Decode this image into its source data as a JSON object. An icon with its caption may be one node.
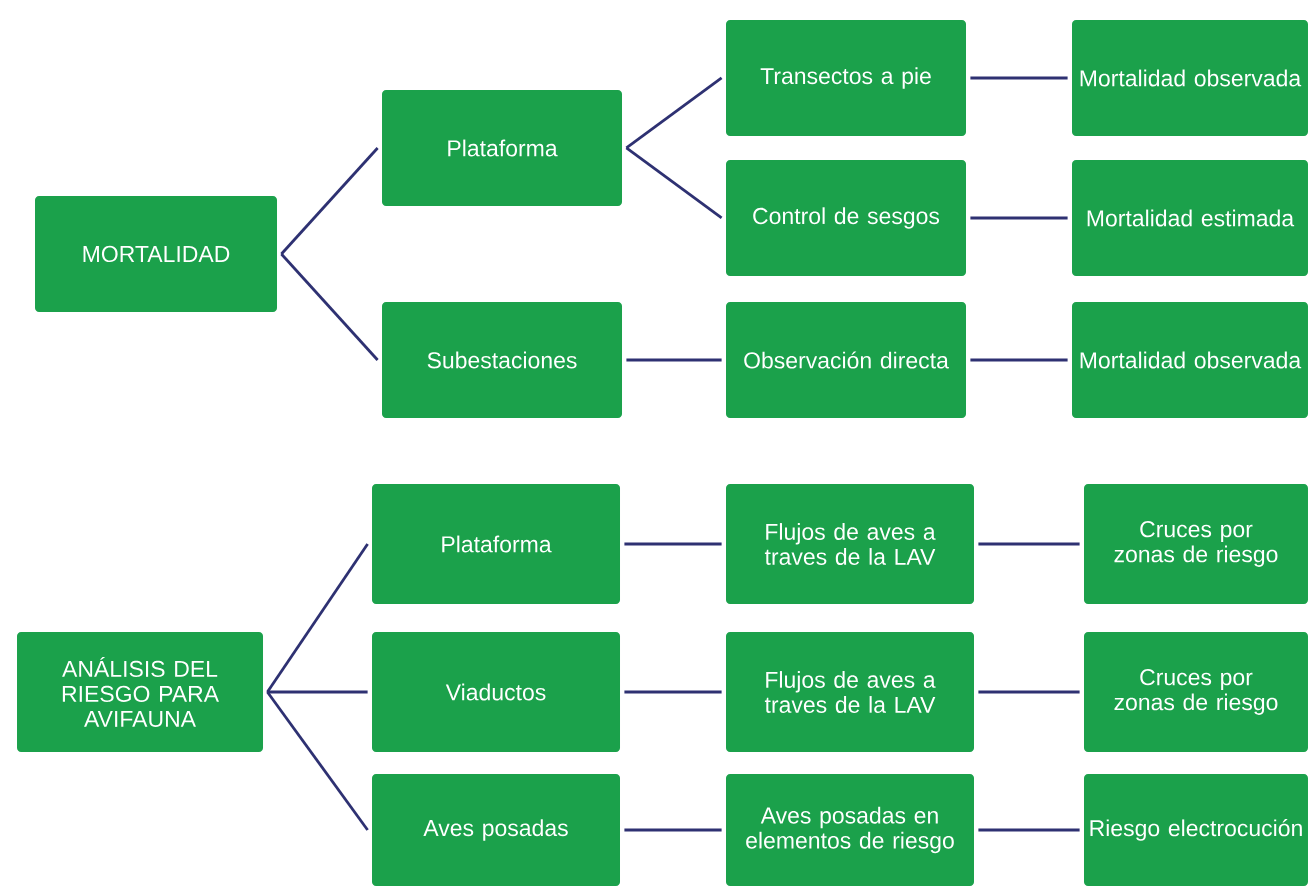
{
  "diagram": {
    "nodes": [
      {
        "text": [
          "MORTALIDAD"
        ]
      },
      {
        "text": [
          "Plataforma"
        ]
      },
      {
        "text": [
          "Subestaciones"
        ]
      },
      {
        "text": [
          "Transectos a pie"
        ]
      },
      {
        "text": [
          "Control de sesgos"
        ]
      },
      {
        "text": [
          "Observación directa"
        ]
      },
      {
        "text": [
          "Mortalidad observada"
        ]
      },
      {
        "text": [
          "Mortalidad estimada"
        ]
      },
      {
        "text": [
          "Mortalidad observada"
        ]
      },
      {
        "text": [
          "ANÁLISIS DEL RIESGO PARA AVIFAUNA"
        ]
      },
      {
        "text": [
          "Plataforma"
        ]
      },
      {
        "text": [
          "Viaductos"
        ]
      },
      {
        "text": [
          "Aves posadas"
        ]
      },
      {
        "text": [
          "Flujos de aves a traves de la LAV"
        ]
      },
      {
        "text": [
          "Flujos de aves a traves de la LAV"
        ]
      },
      {
        "text": [
          "Aves posadas en elementos de riesgo"
        ]
      },
      {
        "text": [
          "Cruces por zonas de riesgo"
        ]
      },
      {
        "text": [
          "Cruces por zonas de riesgo"
        ]
      },
      {
        "text": [
          "Riesgo electrocución"
        ]
      }
    ],
    "edges": [
      {
        "from": 0,
        "to": 1,
        "arrow": "none"
      },
      {
        "from": 0,
        "to": 2,
        "arrow": "none"
      },
      {
        "from": 1,
        "to": 3,
        "arrow": "none"
      },
      {
        "from": 1,
        "to": 4,
        "arrow": "none"
      },
      {
        "from": 2,
        "to": 5,
        "arrow": "none"
      },
      {
        "from": 3,
        "to": 6,
        "arrow": "none"
      },
      {
        "from": 4,
        "to": 7,
        "arrow": "none"
      },
      {
        "from": 5,
        "to": 8,
        "arrow": "none"
      },
      {
        "from": 9,
        "to": 10,
        "arrow": "none"
      },
      {
        "from": 9,
        "to": 11,
        "arrow": "none"
      },
      {
        "from": 9,
        "to": 12,
        "arrow": "none"
      },
      {
        "from": 10,
        "to": 13,
        "arrow": "none"
      },
      {
        "from": 11,
        "to": 14,
        "arrow": "none"
      },
      {
        "from": 12,
        "to": 15,
        "arrow": "none"
      },
      {
        "from": 13,
        "to": 16,
        "arrow": "none"
      },
      {
        "from": 14,
        "to": 17,
        "arrow": "none"
      },
      {
        "from": 15,
        "to": 18,
        "arrow": "none"
      }
    ]
  }
}
